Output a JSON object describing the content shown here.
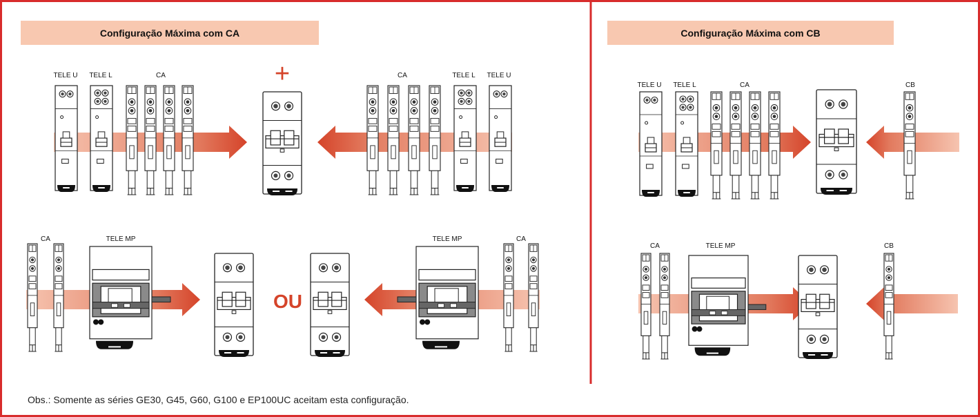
{
  "panels": [
    {
      "title": "Configuração Máxima com CA"
    },
    {
      "title": "Configuração Máxima com CB"
    }
  ],
  "labels": {
    "tele_u": "TELE U",
    "tele_l": "TELE L",
    "ca": "CA",
    "cb": "CB",
    "tele_mp": "TELE MP"
  },
  "plus_sign": "+",
  "or_label": "OU",
  "note": "Obs.: Somente as séries GE30, G45, G60, G100 e EP100UC aceitam esta configuração.",
  "colors": {
    "border": "#d82c2c",
    "band": "#f8c8b0",
    "arrow": "#d5442a",
    "arrow_fade": "#f3b9a4"
  },
  "icons": [
    "breaker-icon",
    "auxiliary-contact-icon",
    "remote-control-icon",
    "motor-operator-icon",
    "arrow-icon"
  ]
}
